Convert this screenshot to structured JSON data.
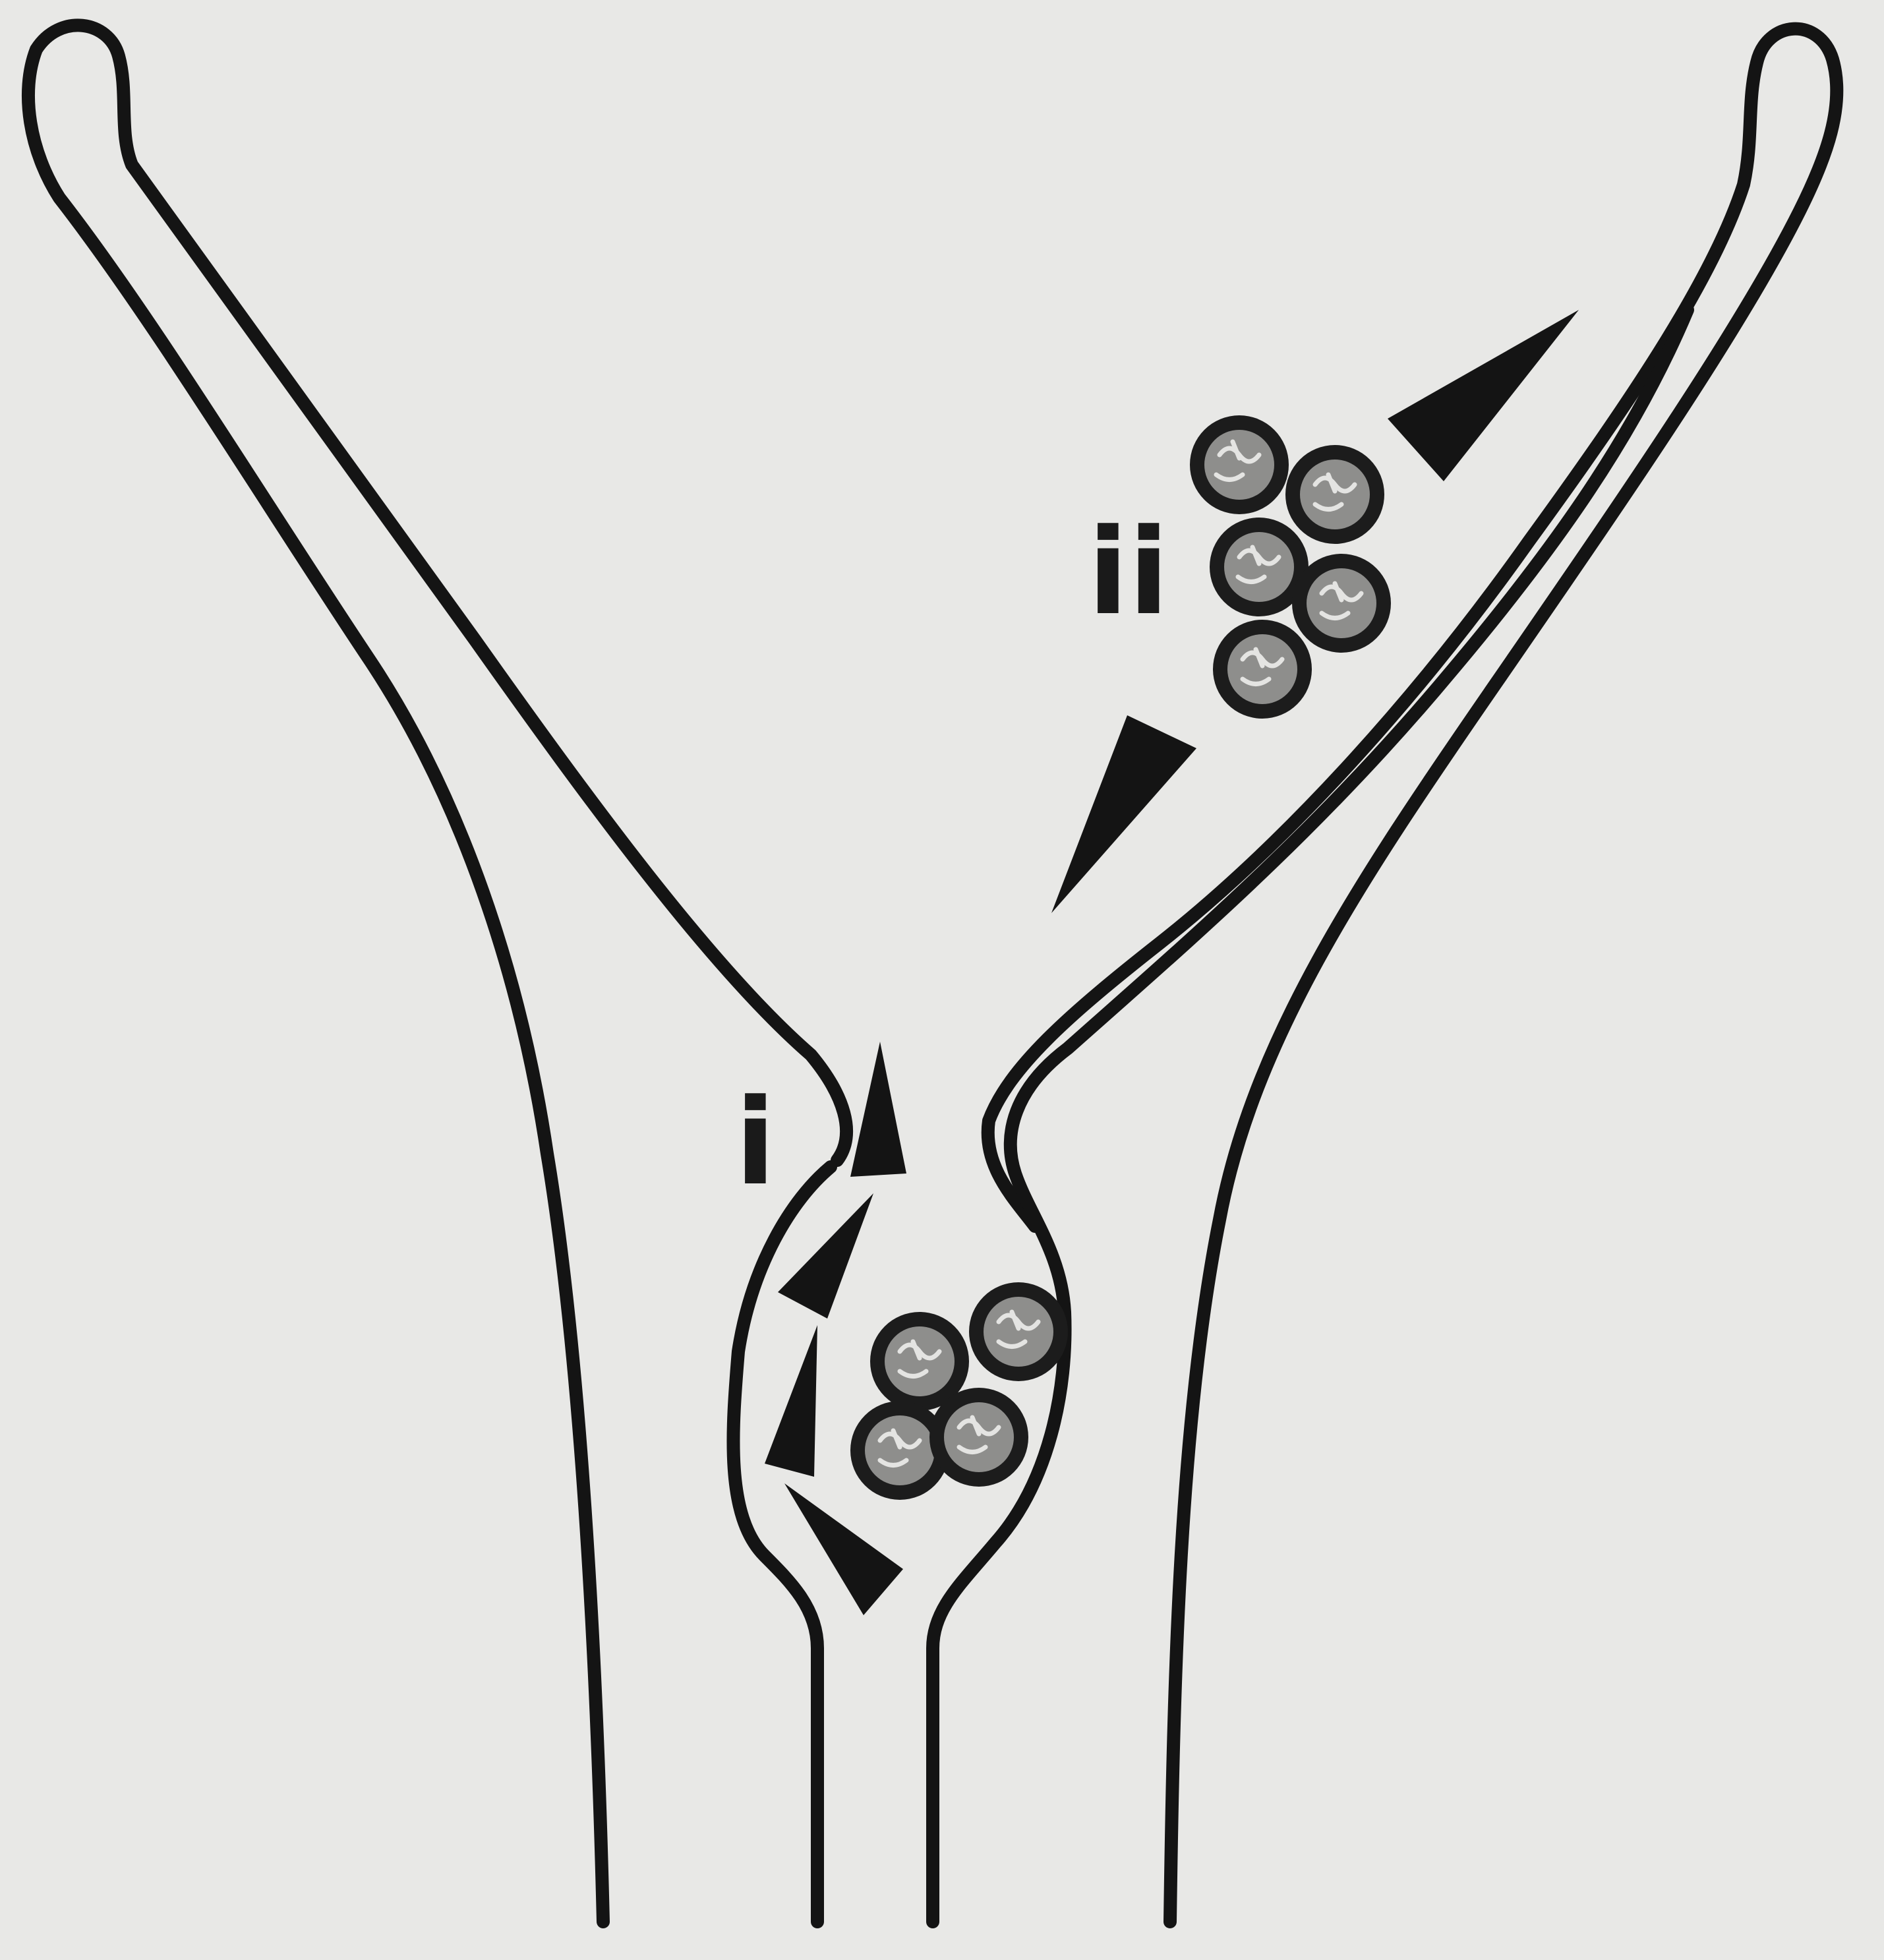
{
  "labels": {
    "i": "i",
    "ii": "ii"
  },
  "colors": {
    "background": "#e8e8e6",
    "ink": "#141414",
    "cell_core": "#8e8e8c"
  },
  "cluster_i_cell_count": 4,
  "cluster_ii_cell_count": 5,
  "arrow_count": 6
}
